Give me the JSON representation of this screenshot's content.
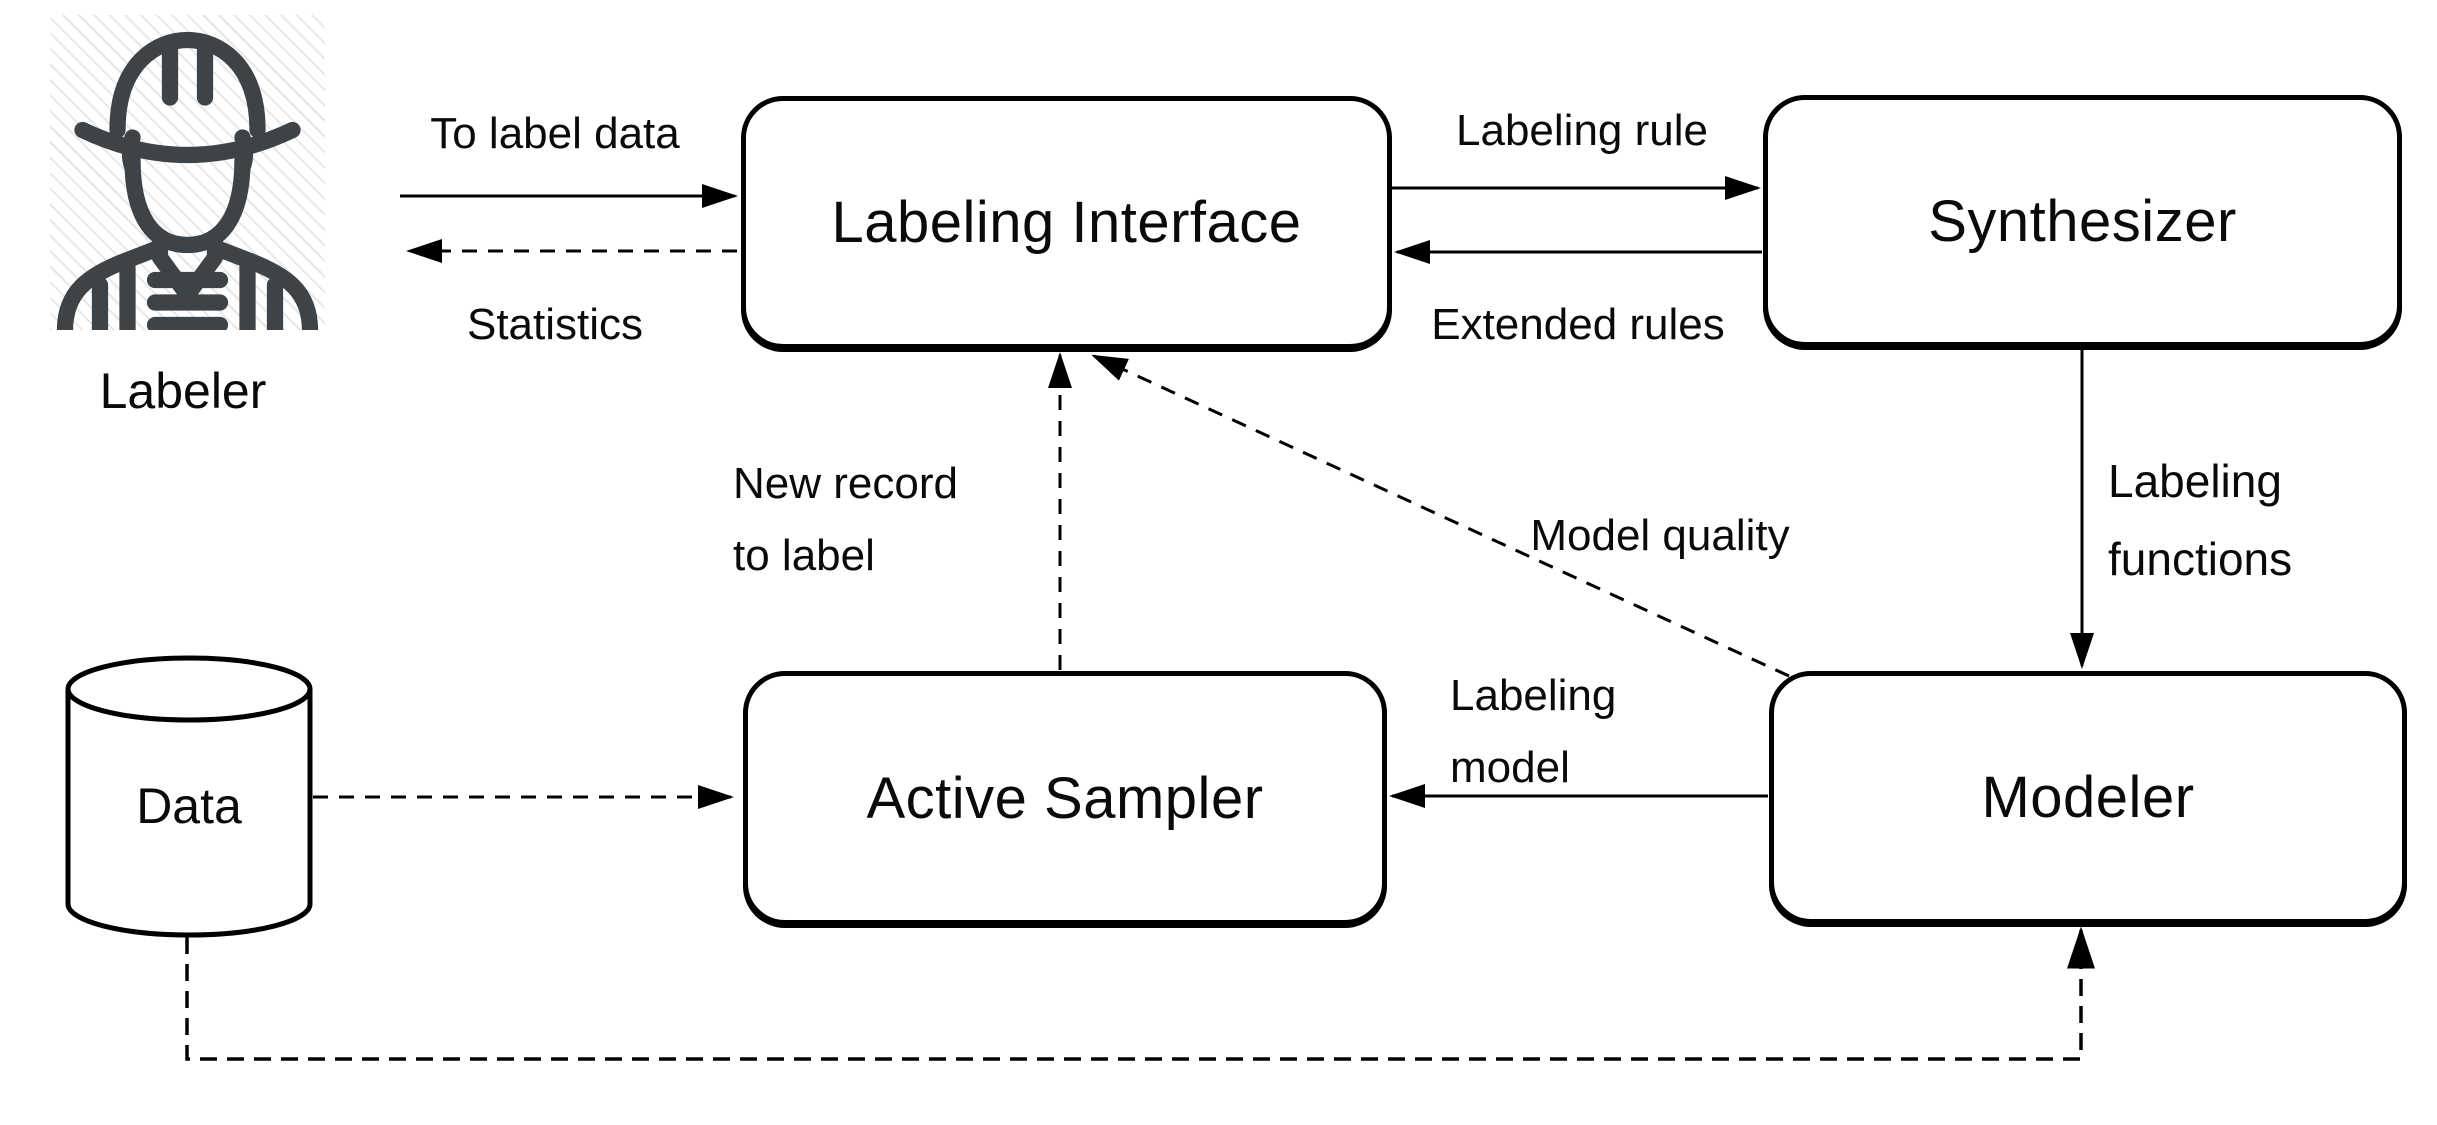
{
  "diagram": {
    "title": "",
    "colors": {
      "background": "#ffffff",
      "stroke": "#000000",
      "text": "#0a0a0a",
      "labeler_icon_stroke": "#3d4347"
    },
    "nodes": {
      "labeler": {
        "label": "Labeler",
        "shape": "actor-icon"
      },
      "data_store": {
        "label": "Data",
        "shape": "cylinder"
      },
      "labeling_interface": {
        "label": "Labeling Interface",
        "shape": "rounded-box"
      },
      "synthesizer": {
        "label": "Synthesizer",
        "shape": "rounded-box"
      },
      "active_sampler": {
        "label": "Active Sampler",
        "shape": "rounded-box"
      },
      "modeler": {
        "label": "Modeler",
        "shape": "rounded-box"
      }
    },
    "edges": {
      "to_label_data": {
        "label": "To label data",
        "style": "solid",
        "from": "Labeler",
        "to": "Labeling Interface"
      },
      "statistics": {
        "label": "Statistics",
        "style": "dashed",
        "from": "Labeling Interface",
        "to": "Labeler"
      },
      "labeling_rule": {
        "label": "Labeling rule",
        "style": "solid",
        "from": "Labeling Interface",
        "to": "Synthesizer"
      },
      "extended_rules": {
        "label": "Extended rules",
        "style": "solid",
        "from": "Synthesizer",
        "to": "Labeling Interface"
      },
      "labeling_functions": {
        "line1": "Labeling",
        "line2": "functions",
        "style": "solid",
        "from": "Synthesizer",
        "to": "Modeler"
      },
      "labeling_model": {
        "line1": "Labeling",
        "line2": "model",
        "style": "solid",
        "from": "Modeler",
        "to": "Active Sampler"
      },
      "model_quality": {
        "label": "Model quality",
        "style": "dashed",
        "from": "Modeler",
        "to": "Labeling Interface"
      },
      "new_record": {
        "line1": "New record",
        "line2": "to label",
        "style": "dashed",
        "from": "Active Sampler",
        "to": "Labeling Interface"
      },
      "data_to_sampler": {
        "label": "",
        "style": "dashed",
        "from": "Data",
        "to": "Active Sampler"
      },
      "data_to_modeler": {
        "label": "",
        "style": "dashed",
        "from": "Data",
        "to": "Modeler"
      }
    }
  }
}
